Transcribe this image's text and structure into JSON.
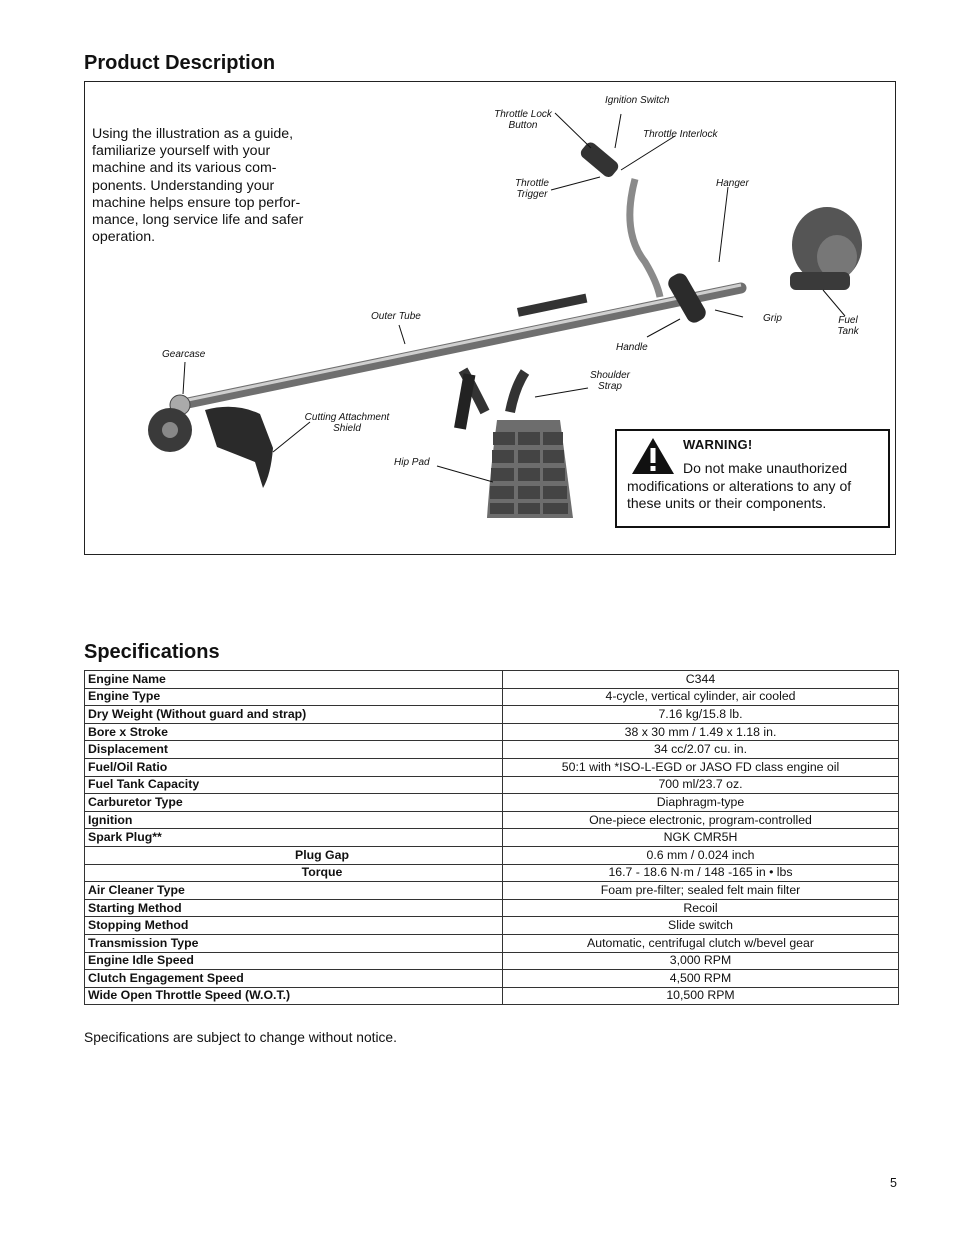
{
  "product_description": {
    "title": "Product Description",
    "intro": "Using the  illustration as a guide, familiarize yourself with your machine and its various com-ponents. Understanding your machine helps ensure top perfor-mance, long service life and safer operation.",
    "labels": {
      "ignition_switch": "Ignition Switch",
      "throttle_lock_button": "Throttle Lock Button",
      "throttle_interlock": "Throttle Interlock",
      "throttle_trigger": "Throttle Trigger",
      "hanger": "Hanger",
      "outer_tube": "Outer Tube",
      "grip": "Grip",
      "fuel_tank": "Fuel Tank",
      "gearcase": "Gearcase",
      "handle": "Handle",
      "shoulder_strap": "Shoulder Strap",
      "cutting_attachment_shield": "Cutting Attachment Shield",
      "hip_pad": "Hip Pad"
    },
    "warning": {
      "title": "WARNING!",
      "text": "Do not make unauthorized modifications or alterations to any of these units or their components."
    }
  },
  "specifications": {
    "title": "Specifications",
    "rows": [
      {
        "label": "Engine Name",
        "value": "C344"
      },
      {
        "label": "Engine Type",
        "value": "4-cycle, vertical cylinder, air cooled"
      },
      {
        "label": "Dry Weight (Without guard and strap)",
        "value": "7.16 kg/15.8 lb."
      },
      {
        "label": "Bore x Stroke",
        "value": "38 x 30 mm / 1.49 x 1.18 in."
      },
      {
        "label": "Displacement",
        "value": "34 cc/2.07 cu. in."
      },
      {
        "label": "Fuel/Oil Ratio",
        "value": "50:1 with *ISO-L-EGD or JASO FD class engine oil"
      },
      {
        "label": "Fuel Tank Capacity",
        "value": "700 ml/23.7 oz."
      },
      {
        "label": "Carburetor Type",
        "value": "Diaphragm-type"
      },
      {
        "label": "Ignition",
        "value": "One-piece electronic, program-controlled"
      },
      {
        "label": "Spark Plug**",
        "value": "NGK CMR5H"
      },
      {
        "label": "Plug Gap",
        "value": "0.6  mm / 0.024  inch",
        "sub": true
      },
      {
        "label": "Torque",
        "value": "16.7 - 18.6 N·m / 148 -165 in • lbs",
        "sub": true
      },
      {
        "label": "Air Cleaner Type",
        "value": "Foam pre-filter; sealed felt main filter"
      },
      {
        "label": "Starting Method",
        "value": "Recoil"
      },
      {
        "label": "Stopping Method",
        "value": "Slide switch"
      },
      {
        "label": "Transmission Type",
        "value": "Automatic, centrifugal clutch w/bevel gear"
      },
      {
        "label": "Engine Idle Speed",
        "value": "3,000 RPM"
      },
      {
        "label": "Clutch Engagement Speed",
        "value": "4,500 RPM"
      },
      {
        "label": "Wide Open Throttle Speed (W.O.T.)",
        "value": "10,500  RPM"
      }
    ],
    "footnote": "Specifications are subject to change without notice."
  },
  "page_number": "5"
}
